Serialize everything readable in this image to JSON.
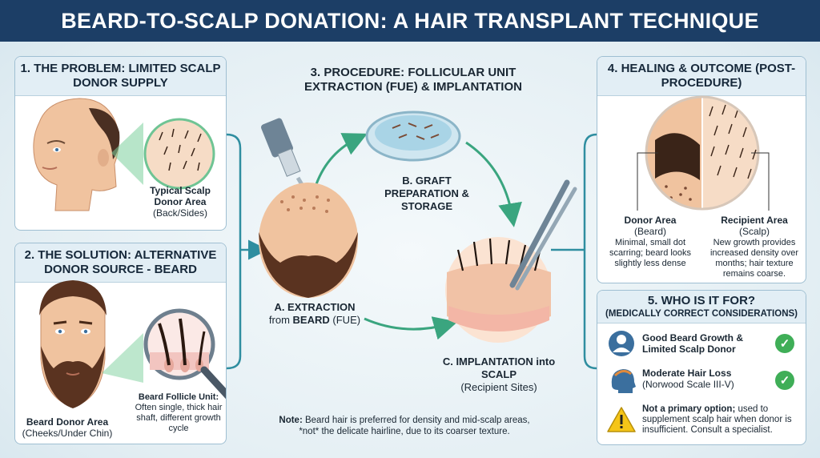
{
  "title": "BEARD-TO-SCALP DONATION: A HAIR TRANSPLANT TECHNIQUE",
  "panel1": {
    "heading": "1. THE PROBLEM: LIMITED SCALP DONOR SUPPLY",
    "label_bold": "Typical Scalp Donor Area",
    "label_sub": "(Back/Sides)"
  },
  "panel2": {
    "heading": "2. THE SOLUTION: ALTERNATIVE DONOR SOURCE - BEARD",
    "donor_bold": "Beard Donor Area",
    "donor_sub": "(Cheeks/Under Chin)",
    "follicle_bold": "Beard Follicle Unit:",
    "follicle_text": "Often single, thick hair shaft, different growth cycle"
  },
  "panel3": {
    "heading": "3. PROCEDURE: FOLLICULAR UNIT EXTRACTION (FUE) & IMPLANTATION",
    "step_a_bold": "A. EXTRACTION",
    "step_a_text": "from",
    "step_a_bold2": "BEARD",
    "step_a_text2": "(FUE)",
    "step_b": "B. GRAFT PREPARATION & STORAGE",
    "step_c_bold": "C. IMPLANTATION into SCALP",
    "step_c_sub": "(Recipient Sites)",
    "note_bold": "Note:",
    "note_text": "Beard hair is preferred for density and mid-scalp areas, *not* the delicate hairline, due to its coarser texture."
  },
  "panel4": {
    "heading": "4. HEALING & OUTCOME (POST-PROCEDURE)",
    "donor_bold": "Donor Area",
    "donor_sub": "(Beard)",
    "donor_text": "Minimal, small dot scarring; beard looks slightly less dense",
    "recipient_bold": "Recipient Area",
    "recipient_sub": "(Scalp)",
    "recipient_text": "New growth provides increased density over months; hair texture remains coarse."
  },
  "panel5": {
    "heading": "5. WHO IS IT FOR?",
    "subheading": "(MEDICALLY CORRECT CONSIDERATIONS)",
    "items": [
      {
        "bold": "Good Beard Growth & Limited Scalp Donor",
        "text": "",
        "icon": "person-icon",
        "status": "check"
      },
      {
        "bold": "Moderate Hair Loss",
        "text": "(Norwood Scale III-V)",
        "icon": "head-profile-icon",
        "status": "check"
      },
      {
        "bold": "Not a primary option;",
        "text": "used to supplement scalp hair when donor is insufficient. Consult a specialist.",
        "icon": "warning-icon",
        "status": "warning"
      }
    ]
  },
  "colors": {
    "title_bg": "#1c3e66",
    "panel_head_bg": "#e2eef5",
    "arrow_green": "#3aa57f",
    "bracket_teal": "#2f8ea0",
    "check_green": "#3fae57",
    "warning_yellow": "#f5c518"
  }
}
